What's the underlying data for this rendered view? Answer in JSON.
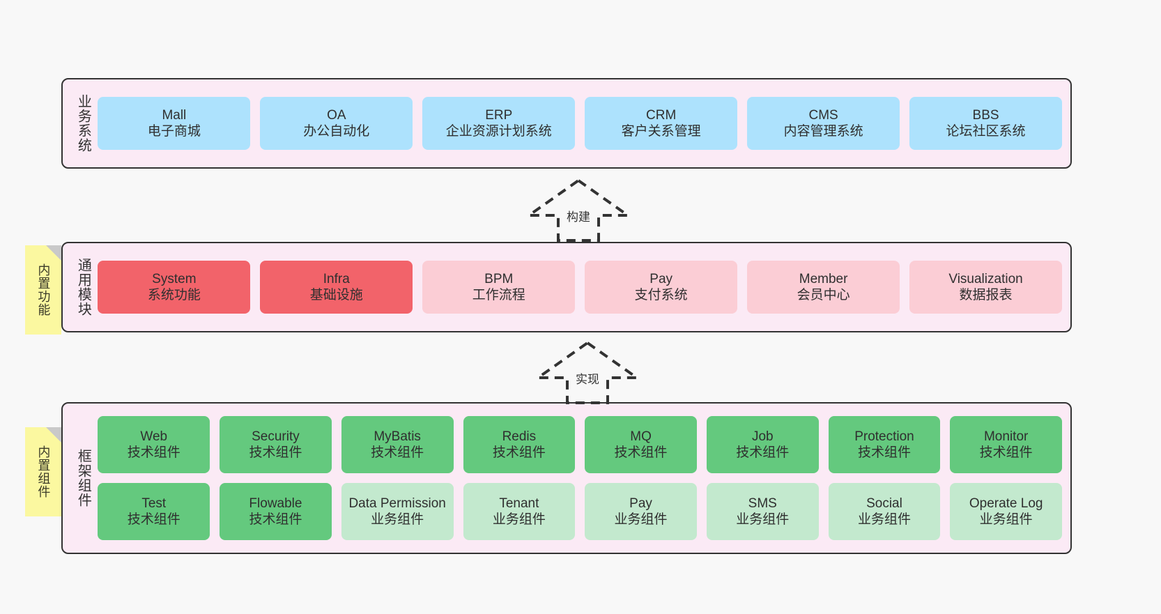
{
  "colors": {
    "band_background": "#fbeaf5",
    "band_border": "#333333",
    "blue": "#ade2fd",
    "red": "#f2636a",
    "pink": "#fbcdd5",
    "green": "#64c97e",
    "green_light": "#c3e9ce",
    "sticky_yellow": "#fbf8a0",
    "page_background": "#f8f8f8"
  },
  "stickies": [
    {
      "name": "built-in-functions",
      "label": "内置功能"
    },
    {
      "name": "built-in-components",
      "label": "内置组件"
    }
  ],
  "arrows": [
    {
      "name": "build",
      "label": "构建"
    },
    {
      "name": "implement",
      "label": "实现"
    }
  ],
  "bands": {
    "business": {
      "title": "业务系统",
      "rows": [
        [
          {
            "en": "Mall",
            "cn": "电子商城",
            "color": "c-blue"
          },
          {
            "en": "OA",
            "cn": "办公自动化",
            "color": "c-blue"
          },
          {
            "en": "ERP",
            "cn": "企业资源计划系统",
            "color": "c-blue"
          },
          {
            "en": "CRM",
            "cn": "客户关系管理",
            "color": "c-blue"
          },
          {
            "en": "CMS",
            "cn": "内容管理系统",
            "color": "c-blue"
          },
          {
            "en": "BBS",
            "cn": "论坛社区系统",
            "color": "c-blue"
          }
        ]
      ]
    },
    "modules": {
      "title": "通用模块",
      "rows": [
        [
          {
            "en": "System",
            "cn": "系统功能",
            "color": "c-red"
          },
          {
            "en": "Infra",
            "cn": "基础设施",
            "color": "c-red"
          },
          {
            "en": "BPM",
            "cn": "工作流程",
            "color": "c-pink"
          },
          {
            "en": "Pay",
            "cn": "支付系统",
            "color": "c-pink"
          },
          {
            "en": "Member",
            "cn": "会员中心",
            "color": "c-pink"
          },
          {
            "en": "Visualization",
            "cn": "数据报表",
            "color": "c-pink"
          }
        ]
      ]
    },
    "framework": {
      "title": "框架组件",
      "rows": [
        [
          {
            "en": "Web",
            "cn": "技术组件",
            "color": "c-green"
          },
          {
            "en": "Security",
            "cn": "技术组件",
            "color": "c-green"
          },
          {
            "en": "MyBatis",
            "cn": "技术组件",
            "color": "c-green"
          },
          {
            "en": "Redis",
            "cn": "技术组件",
            "color": "c-green"
          },
          {
            "en": "MQ",
            "cn": "技术组件",
            "color": "c-green"
          },
          {
            "en": "Job",
            "cn": "技术组件",
            "color": "c-green"
          },
          {
            "en": "Protection",
            "cn": "技术组件",
            "color": "c-green"
          },
          {
            "en": "Monitor",
            "cn": "技术组件",
            "color": "c-green"
          }
        ],
        [
          {
            "en": "Test",
            "cn": "技术组件",
            "color": "c-green"
          },
          {
            "en": "Flowable",
            "cn": "技术组件",
            "color": "c-green"
          },
          {
            "en": "Data Permission",
            "cn": "业务组件",
            "color": "c-green-light"
          },
          {
            "en": "Tenant",
            "cn": "业务组件",
            "color": "c-green-light"
          },
          {
            "en": "Pay",
            "cn": "业务组件",
            "color": "c-green-light"
          },
          {
            "en": "SMS",
            "cn": "业务组件",
            "color": "c-green-light"
          },
          {
            "en": "Social",
            "cn": "业务组件",
            "color": "c-green-light"
          },
          {
            "en": "Operate Log",
            "cn": "业务组件",
            "color": "c-green-light"
          }
        ]
      ]
    }
  }
}
